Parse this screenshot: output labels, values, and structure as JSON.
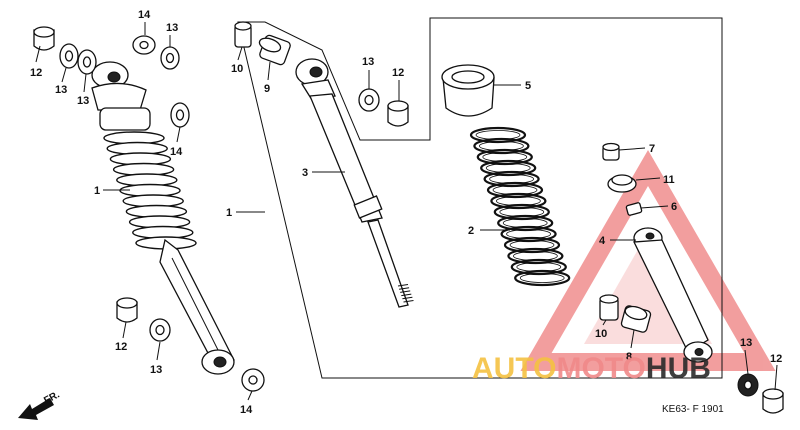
{
  "diagram": {
    "callouts": [
      {
        "id": "c-14-top",
        "text": "14"
      },
      {
        "id": "c-13-top",
        "text": "13"
      },
      {
        "id": "c-12-left",
        "text": "12"
      },
      {
        "id": "c-13-left-a",
        "text": "13"
      },
      {
        "id": "c-13-left-b",
        "text": "13"
      },
      {
        "id": "c-10-top",
        "text": "10"
      },
      {
        "id": "c-9",
        "text": "9"
      },
      {
        "id": "c-13-mid",
        "text": "13"
      },
      {
        "id": "c-12-mid",
        "text": "12"
      },
      {
        "id": "c-5",
        "text": "5"
      },
      {
        "id": "c-14-mid",
        "text": "14"
      },
      {
        "id": "c-3",
        "text": "3"
      },
      {
        "id": "c-1-a",
        "text": "1"
      },
      {
        "id": "c-1-b",
        "text": "1"
      },
      {
        "id": "c-7",
        "text": "7"
      },
      {
        "id": "c-11",
        "text": "11"
      },
      {
        "id": "c-6",
        "text": "6"
      },
      {
        "id": "c-4",
        "text": "4"
      },
      {
        "id": "c-2",
        "text": "2"
      },
      {
        "id": "c-12-bl",
        "text": "12"
      },
      {
        "id": "c-13-bl",
        "text": "13"
      },
      {
        "id": "c-14-bot",
        "text": "14"
      },
      {
        "id": "c-10-bot",
        "text": "10"
      },
      {
        "id": "c-8",
        "text": "8"
      },
      {
        "id": "c-13-br",
        "text": "13"
      },
      {
        "id": "c-12-br",
        "text": "12"
      }
    ],
    "direction_label": "FR.",
    "figure_code": "KE63- F 1901"
  },
  "watermark": {
    "part_a": "AUTO",
    "part_b": "MOTO",
    "part_c": "HUB",
    "color_a": "#f5c242",
    "color_b": "#f08a8a",
    "color_c": "#2a2a2a",
    "triangle_color": "#e85050"
  }
}
